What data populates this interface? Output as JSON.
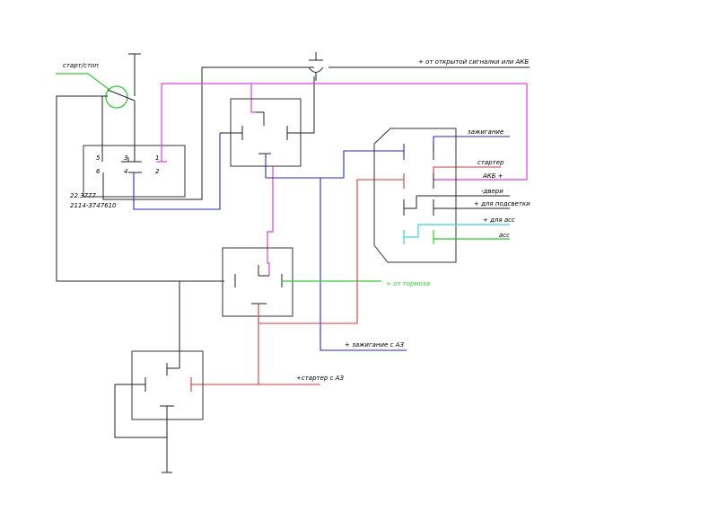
{
  "labels": {
    "start_stop": "старт/стоп",
    "signal_or_battery": "+ от открытой сигналки или АКБ",
    "pin5": "5",
    "pin3": "3",
    "pin1": "1",
    "pin6": "6",
    "pin4": "4",
    "pin2": "2",
    "relay_model_1": "22.3777",
    "relay_model_2": "2114-3747610",
    "ignition": "зажигание",
    "starter": "стартер",
    "battery_plus": "АКБ +",
    "doors": "-двери",
    "backlight": "+ для подсветки",
    "for_acc": "+ для асс",
    "acc": "асс",
    "from_brake": "+ от тормоза",
    "ignition_from_lock": "+ зажигание с АЗ",
    "starter_from_lock": "+стартер с АЗ"
  },
  "colors": {
    "wire_black": "#222222",
    "wire_magenta": "#e040e0",
    "wire_blue": "#2a2ab8",
    "wire_red": "#d83a3a",
    "wire_green": "#33cc33",
    "wire_cyan": "#33d6e0"
  }
}
